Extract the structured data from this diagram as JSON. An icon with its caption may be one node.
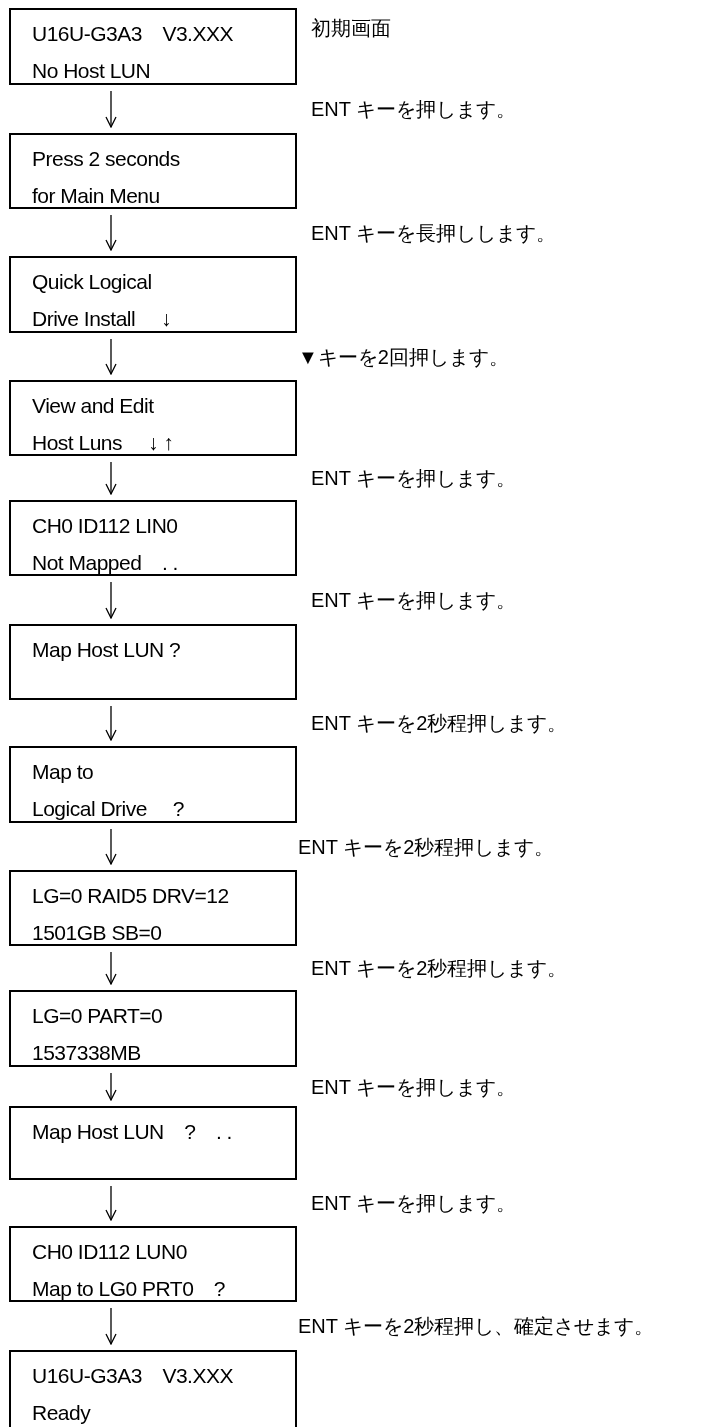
{
  "diagram": {
    "nodes": [
      {
        "text": [
          "U16U-G3A3　V3.XXX",
          "No Host LUN"
        ],
        "beside": [
          "初期画面"
        ]
      },
      {
        "text": [
          "Press 2 seconds",
          "for Main Menu"
        ]
      },
      {
        "text": [
          "Quick Logical",
          "Drive Install　 ↓"
        ]
      },
      {
        "text": [
          "View and Edit",
          "Host Luns　 ↓ ↑"
        ]
      },
      {
        "text": [
          "CH0 ID112 LIN0",
          "Not Mapped　. ."
        ]
      },
      {
        "text": [
          "Map Host LUN ?"
        ]
      },
      {
        "text": [
          "Map to",
          "Logical Drive　 ?"
        ]
      },
      {
        "text": [
          "LG=0 RAID5 DRV=12",
          "1501GB SB=0"
        ]
      },
      {
        "text": [
          "LG=0 PART=0",
          "1537338MB"
        ]
      },
      {
        "text": [
          "Map Host LUN　?　. ."
        ]
      },
      {
        "text": [
          "CH0 ID112 LUN0",
          "Map to LG0 PRT0　?"
        ]
      },
      {
        "text": [
          "U16U-G3A3　V3.XXX",
          "Ready"
        ]
      }
    ],
    "edges": [
      {
        "from": 0,
        "to": 1,
        "arrow": "to"
      },
      {
        "from": 1,
        "to": 2,
        "arrow": "to"
      },
      {
        "from": 2,
        "to": 3,
        "arrow": "to"
      },
      {
        "from": 3,
        "to": 4,
        "arrow": "to"
      },
      {
        "from": 4,
        "to": 5,
        "arrow": "to"
      },
      {
        "from": 5,
        "to": 6,
        "arrow": "to"
      },
      {
        "from": 6,
        "to": 7,
        "arrow": "to"
      },
      {
        "from": 7,
        "to": 8,
        "arrow": "to"
      },
      {
        "from": 8,
        "to": 9,
        "arrow": "to"
      },
      {
        "from": 9,
        "to": 10,
        "arrow": "to"
      },
      {
        "from": 10,
        "to": 11,
        "arrow": "to"
      }
    ],
    "labels": [
      "ENT キーを押します。",
      "ENT キーを長押しします。",
      "▼キーを2回押します。",
      "ENT キーを押します。",
      "ENT キーを押します。",
      "ENT キーを2秒程押します。",
      "ENT キーを2秒程押します。",
      "ENT キーを2秒程押します。",
      "ENT キーを押します。",
      "ENT キーを押します。",
      "ENT キーを2秒程押し、確定させます。"
    ]
  }
}
